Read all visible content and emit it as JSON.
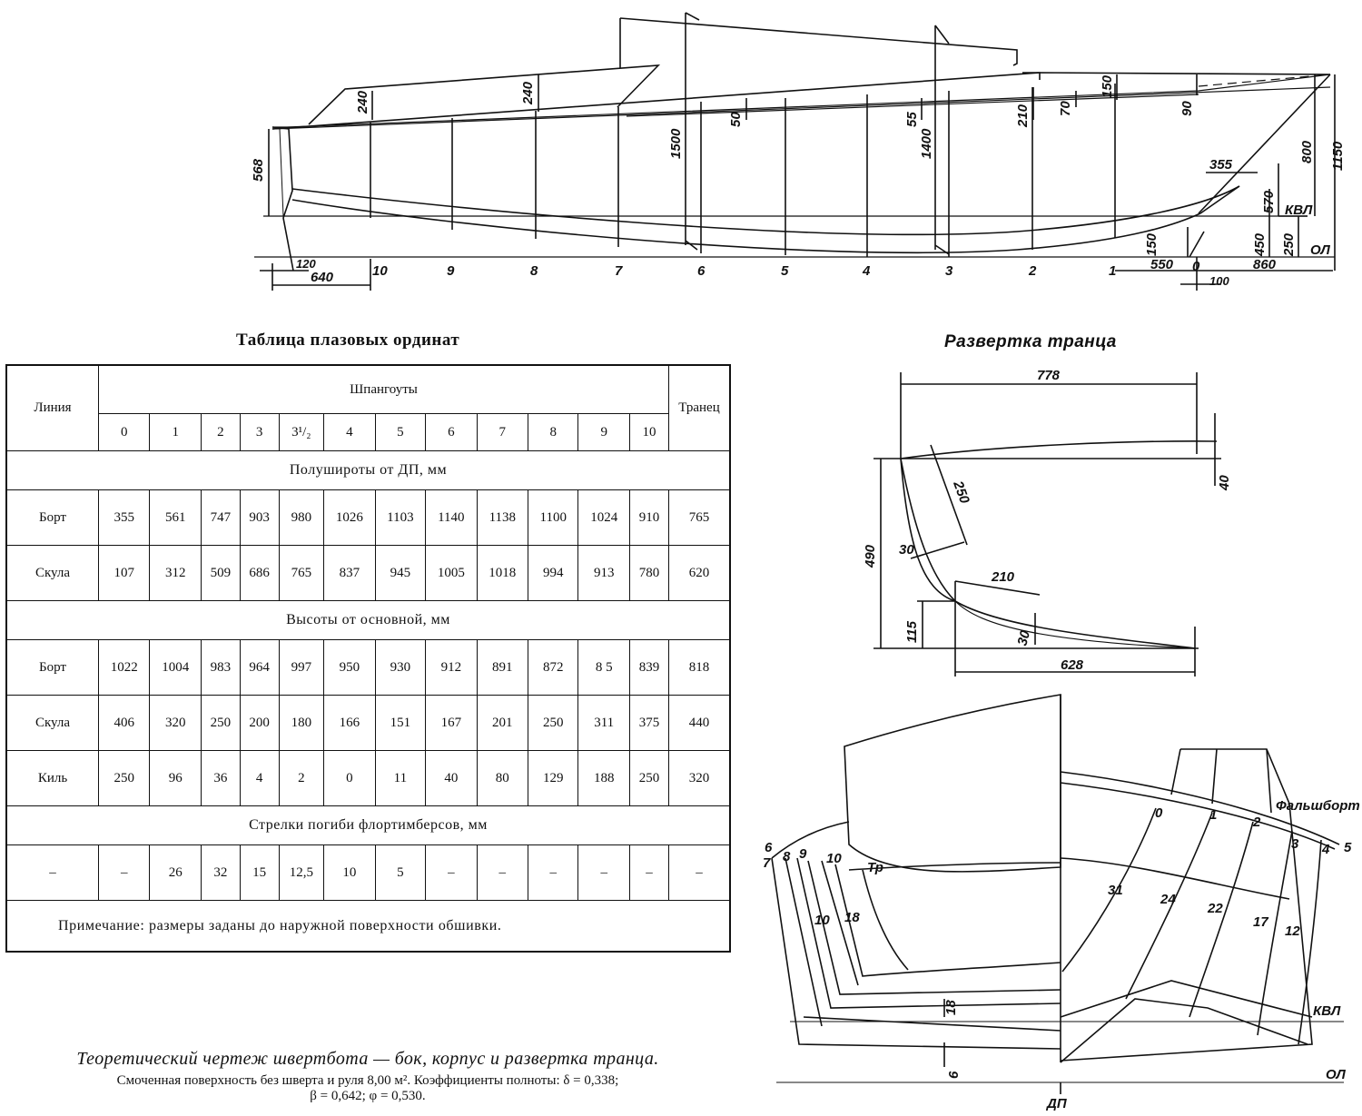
{
  "profile": {
    "station_labels": [
      "10",
      "9",
      "8",
      "7",
      "6",
      "5",
      "4",
      "3",
      "2",
      "1",
      "0"
    ],
    "dims": {
      "d568": "568",
      "d120": "120",
      "d640": "640",
      "d240a": "240",
      "d240b": "240",
      "d1500": "1500",
      "d50": "50",
      "d55": "55",
      "d1400": "1400",
      "d210": "210",
      "d70": "70",
      "d150": "150",
      "d90": "90",
      "d800": "800",
      "d1150": "1150",
      "d355": "355",
      "d570": "570",
      "d450": "450",
      "d250": "250",
      "d150b": "150",
      "d550": "550",
      "d860": "860",
      "d100": "100"
    },
    "kvl": "КВЛ",
    "ol": "ОЛ"
  },
  "table": {
    "title": "Таблица плазовых ординат",
    "line_header": "Линия",
    "frames_header": "Шпангоуты",
    "transom_header": "Транец",
    "frame_numbers": [
      "0",
      "1",
      "2",
      "3",
      "3¹/₂",
      "4",
      "5",
      "6",
      "7",
      "8",
      "9",
      "10"
    ],
    "sections": [
      {
        "title": "Полуширо‌ты от ДП, мм",
        "rows": [
          {
            "name": "Борт",
            "values": [
              "355",
              "561",
              "747",
              "903",
              "980",
              "1026",
              "1103",
              "1140",
              "1138",
              "1100",
              "1024",
              "910"
            ],
            "transom": "765"
          },
          {
            "name": "Скула",
            "values": [
              "107",
              "312",
              "509",
              "686",
              "765",
              "837",
              "945",
              "1005",
              "1018",
              "994",
              "913",
              "780"
            ],
            "transom": "620"
          }
        ]
      },
      {
        "title": "Высоты от основной, мм",
        "rows": [
          {
            "name": "Борт",
            "values": [
              "1022",
              "1004",
              "983",
              "964",
              "997",
              "950",
              "930",
              "912",
              "891",
              "872",
              "8 5",
              "839"
            ],
            "transom": "818"
          },
          {
            "name": "Скула",
            "values": [
              "406",
              "320",
              "250",
              "200",
              "180",
              "166",
              "151",
              "167",
              "201",
              "250",
              "311",
              "375"
            ],
            "transom": "440"
          },
          {
            "name": "Киль",
            "values": [
              "250",
              "96",
              "36",
              "4",
              "2",
              "0",
              "11",
              "40",
              "80",
              "129",
              "188",
              "250"
            ],
            "transom": "320"
          }
        ]
      },
      {
        "title": "Стрелки погиби флортимберсов, мм",
        "rows": [
          {
            "name": "–",
            "values": [
              "–",
              "26",
              "32",
              "15",
              "12,5",
              "10",
              "5",
              "–",
              "–",
              "–",
              "–",
              "–"
            ],
            "transom": "–"
          }
        ]
      }
    ],
    "note": "Примечание: размеры заданы до наружной поверхности обшивки."
  },
  "transom": {
    "title": "Развертка транца",
    "d778": "778",
    "d40": "40",
    "d250": "250",
    "d490": "490",
    "d30a": "30",
    "d210": "210",
    "d115": "115",
    "d30b": "30",
    "d628": "628"
  },
  "body_plan": {
    "falshbort": "Фальшборт",
    "kvl": "КВЛ",
    "ol": "ОЛ",
    "dp": "ДП",
    "labels_left": [
      "6",
      "7",
      "8",
      "9",
      "10",
      "Тр"
    ],
    "labels_right": [
      "0",
      "1",
      "2",
      "3",
      "4",
      "5"
    ],
    "dims": [
      "10",
      "18",
      "31",
      "24",
      "22",
      "17",
      "12",
      "18",
      "6"
    ]
  },
  "caption": {
    "title": "Теоретический чертеж швертбота — бок, корпус и развертка транца.",
    "line1": "Смоченная поверхность без шверта и руля 8,00 м². Коэффициенты полноты: δ = 0,338;",
    "line2": "β = 0,642; φ = 0,530."
  }
}
